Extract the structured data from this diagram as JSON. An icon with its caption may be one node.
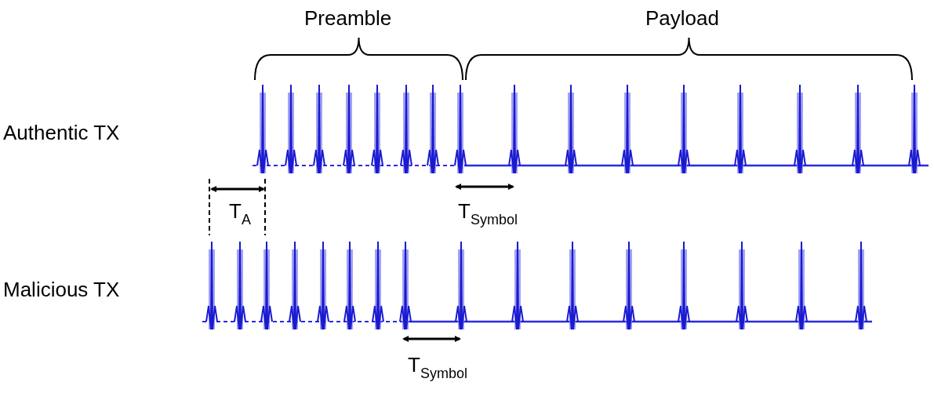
{
  "diagram": {
    "labels": [
      "Preamble",
      "Payload",
      "Authentic TX",
      "T$_{A}$",
      "T$_{Symbol}$",
      "Malicious TX",
      "T$_{Symbol}$"
    ]
  }
}
